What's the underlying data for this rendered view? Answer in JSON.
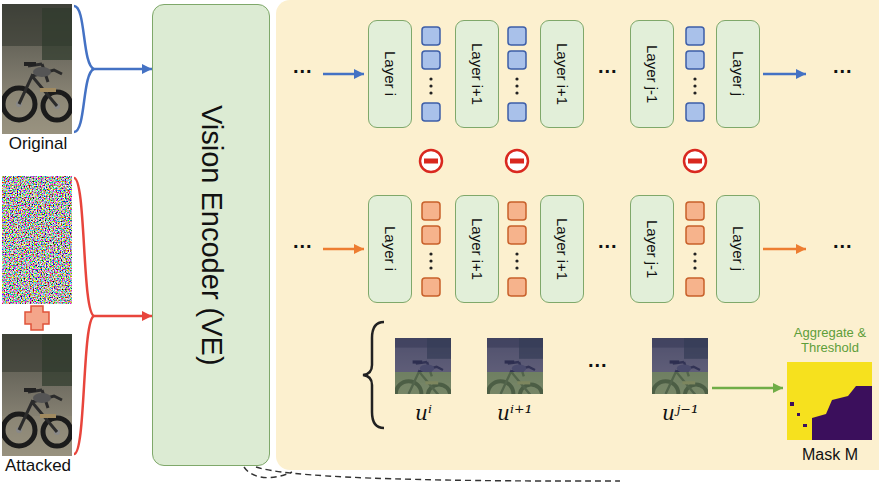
{
  "diagram": {
    "nodes": [
      {
        "text": [
          "Original"
        ]
      },
      {
        "text": [
          "Attacked"
        ]
      },
      {
        "text": [
          "Vision Encoder (VE)"
        ]
      },
      {
        "text": [
          "Layer i"
        ]
      },
      {
        "text": [
          "Layer i+1"
        ]
      },
      {
        "text": [
          "Layer i+1"
        ]
      },
      {
        "text": [
          "Layer j-1"
        ]
      },
      {
        "text": [
          "Layer j"
        ]
      },
      {
        "text": [
          "Layer i"
        ]
      },
      {
        "text": [
          "Layer i+1"
        ]
      },
      {
        "text": [
          "Layer i+1"
        ]
      },
      {
        "text": [
          "Layer j-1"
        ]
      },
      {
        "text": [
          "Layer j"
        ]
      }
    ],
    "edges": [
      {
        "from": 0,
        "to": 2,
        "arrow": "to"
      },
      {
        "from": 1,
        "to": 2,
        "arrow": "to"
      }
    ],
    "labels": [
      "...",
      "...",
      "...",
      "...",
      "...",
      "...",
      "uⁱ",
      "uⁱ⁺¹",
      "...",
      "uʲ⁻¹",
      "Aggregate & Threshold",
      "Mask M"
    ]
  }
}
